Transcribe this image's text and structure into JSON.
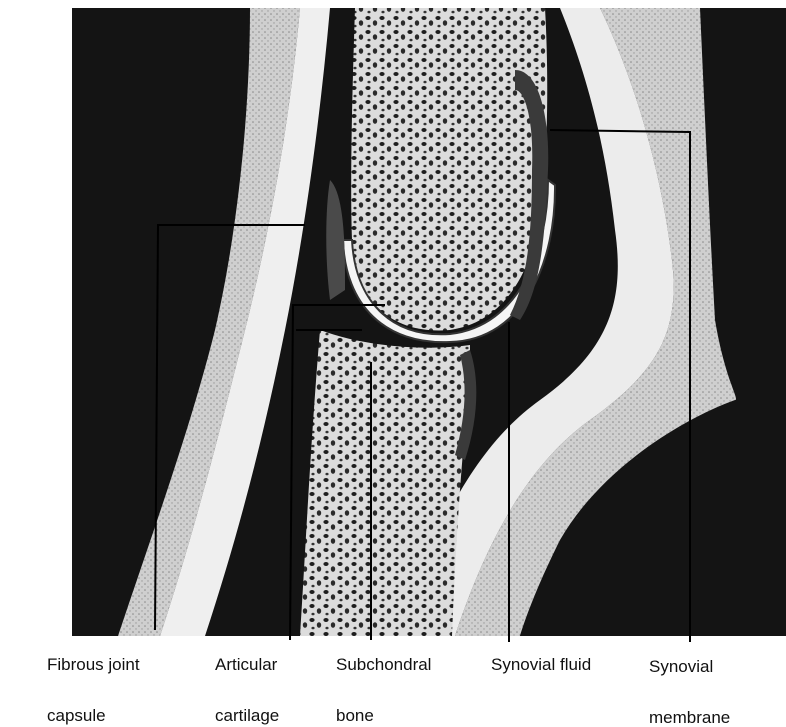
{
  "labels": {
    "fibrous_joint_capsule": {
      "line1": "Fibrous joint",
      "line2": "capsule"
    },
    "articular_cartilage": {
      "line1": "Articular",
      "line2": "cartilage"
    },
    "subchondral_bone": {
      "line1": "Subchondral",
      "line2": "bone"
    },
    "synovial_fluid": {
      "line1": "Synovial fluid"
    },
    "synovial_membrane": {
      "line1": "Synovial",
      "line2": "membrane"
    }
  },
  "colors": {
    "background_dark": "#111111",
    "bone_light": "#e8e8e8",
    "bone_pores": "#222222",
    "leader_line": "#000000"
  }
}
